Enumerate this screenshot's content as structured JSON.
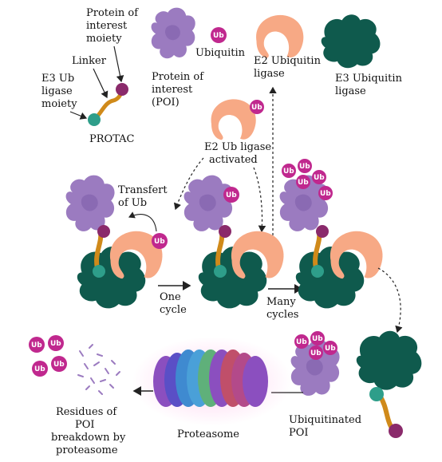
{
  "labels": {
    "protein_of_interest_moiety": [
      "Protein of",
      "interest",
      "moiety"
    ],
    "linker": "Linker",
    "e3_ub_ligase_moiety": [
      "E3 Ub",
      "ligase",
      "moiety"
    ],
    "protac": "PROTAC",
    "poi": [
      "Protein of",
      "interest",
      "(POI)"
    ],
    "ubiquitin": "Ubiquitin",
    "e2_ubiquitin_ligase": [
      "E2 Ubiquitin",
      "ligase"
    ],
    "e3_ubiquitin_ligase": [
      "E3 Ubiquitin",
      "ligase"
    ],
    "e2_activated": [
      "E2 Ub ligase",
      "activated"
    ],
    "transfert_of_ub": [
      "Transfert",
      "of Ub"
    ],
    "one_cycle": [
      "One",
      "cycle"
    ],
    "many_cycles": [
      "Many",
      "cycles"
    ],
    "ubiquitinated_poi": [
      "Ubiquitinated",
      "POI"
    ],
    "proteasome": "Proteasome",
    "residues": [
      "Residues of",
      "POI",
      "breakdown by",
      "proteasome"
    ]
  },
  "ub_badge": "Ub",
  "colors": {
    "poi": "#9b7bc0",
    "poi_dark": "#7a5aa3",
    "e2": "#f7a985",
    "e3": "#0f5a4d",
    "ub": "#c0288e",
    "e3_moiety": "#2e9e8a",
    "poi_moiety": "#8a2a6b",
    "linker": "#d08a1a"
  }
}
